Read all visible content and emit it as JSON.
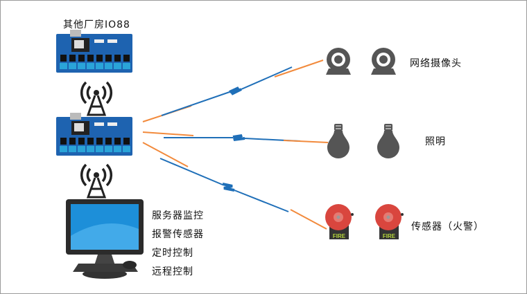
{
  "labels": {
    "top_board": "其他厂房IO88",
    "cameras": "网络摄像头",
    "lighting": "照明",
    "sensors": "传感器（火警）",
    "pc_features": [
      "服务器监控",
      "报警传感器",
      "定时控制",
      "远程控制"
    ],
    "fire_badge": "FIRE"
  },
  "colors": {
    "board": "#1e63b0",
    "wireless_blue": "#1f6fb8",
    "wireless_orange": "#f28a3c",
    "icon_gray": "#555555",
    "bell_red": "#d9463e"
  }
}
